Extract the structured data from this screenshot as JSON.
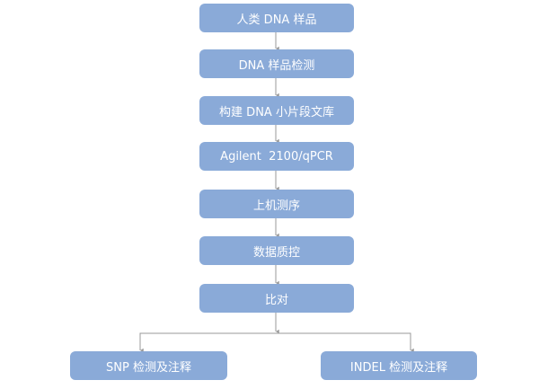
{
  "diagram": {
    "type": "flowchart",
    "colors": {
      "node_fill": "#8aaad8",
      "node_text": "#ffffff",
      "connector": "#999999"
    },
    "steps": [
      "人类 DNA 样品",
      "DNA 样品检测",
      "构建 DNA 小片段文库",
      "Agilent  2100/qPCR",
      "上机测序",
      "数据质控",
      "比对"
    ],
    "branches": [
      "SNP 检测及注释",
      "INDEL 检测及注释"
    ]
  }
}
